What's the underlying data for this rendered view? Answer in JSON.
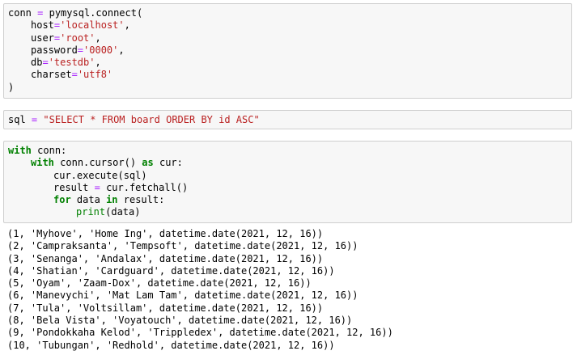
{
  "cells": {
    "connect": {
      "line1_var": "conn",
      "line1_eq": "=",
      "line1_call": "pymysql.connect(",
      "host_key": "host",
      "host_val": "'localhost'",
      "user_key": "user",
      "user_val": "'root'",
      "password_key": "password",
      "password_val": "'0000'",
      "db_key": "db",
      "db_val": "'testdb'",
      "charset_key": "charset",
      "charset_val": "'utf8'",
      "close": ")",
      "eq": "=",
      "comma": ","
    },
    "sql": {
      "var": "sql",
      "eq": "=",
      "value": "\"SELECT * FROM board ORDER BY id ASC\""
    },
    "query": {
      "kw_with": "with",
      "conn": "conn:",
      "conn_cursor": "conn.cursor()",
      "kw_as": "as",
      "cur": "cur:",
      "execute": "cur.execute(sql)",
      "result_var": "result",
      "eq": "=",
      "fetchall": "cur.fetchall()",
      "kw_for": "for",
      "data_var": "data",
      "kw_in": "in",
      "result_colon": "result:",
      "print_fn": "print",
      "print_args": "(data)"
    }
  },
  "output_lines": [
    "(1, 'Myhove', 'Home Ing', datetime.date(2021, 12, 16))",
    "(2, 'Campraksanta', 'Tempsoft', datetime.date(2021, 12, 16))",
    "(3, 'Senanga', 'Andalax', datetime.date(2021, 12, 16))",
    "(4, 'Shatian', 'Cardguard', datetime.date(2021, 12, 16))",
    "(5, 'Oyam', 'Zaam-Dox', datetime.date(2021, 12, 16))",
    "(6, 'Manevychi', 'Mat Lam Tam', datetime.date(2021, 12, 16))",
    "(7, 'Tula', 'Voltsillam', datetime.date(2021, 12, 16))",
    "(8, 'Bela Vista', 'Voyatouch', datetime.date(2021, 12, 16))",
    "(9, 'Pondokkaha Kelod', 'Trippledex', datetime.date(2021, 12, 16))",
    "(10, 'Tubungan', 'Redhold', datetime.date(2021, 12, 16))"
  ],
  "colors": {
    "keyword": "#008000",
    "operator": "#aa22ff",
    "string": "#ba2121",
    "cell_bg": "#f7f7f7",
    "cell_border": "#cfcfcf"
  }
}
